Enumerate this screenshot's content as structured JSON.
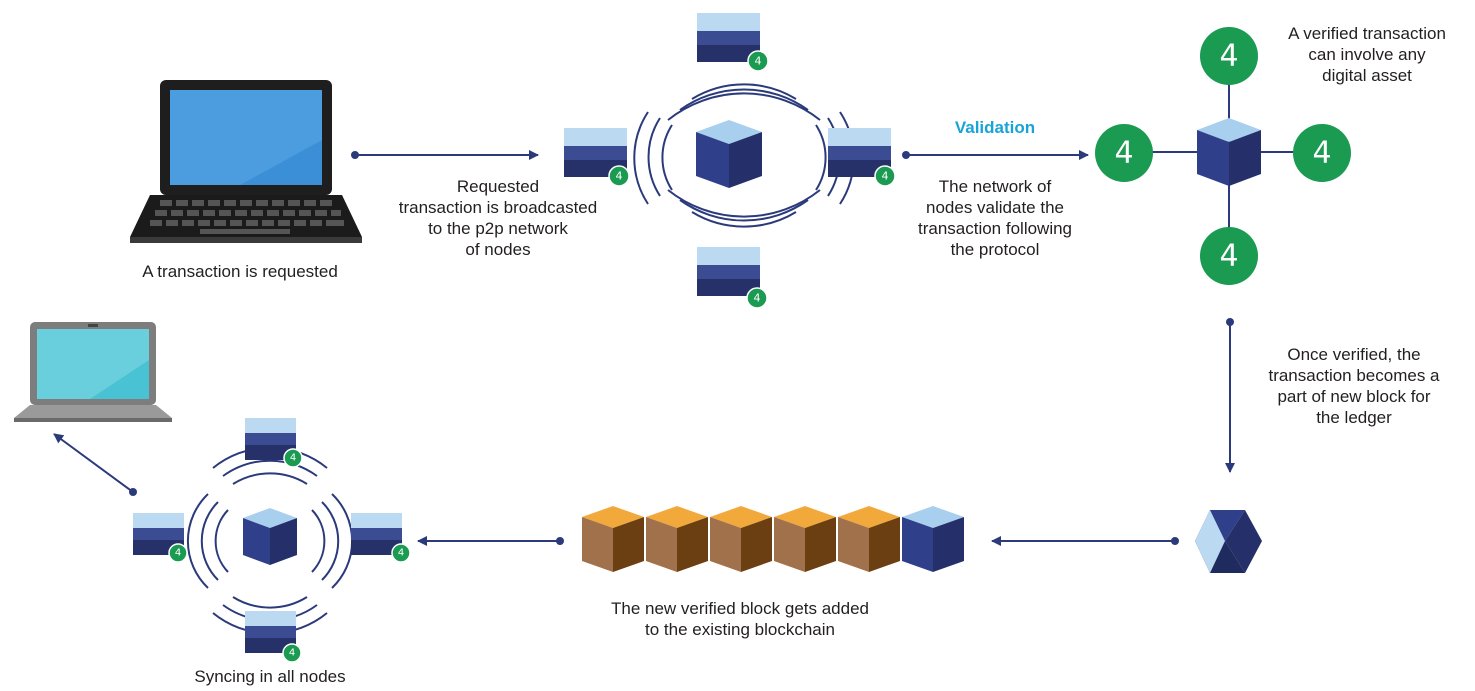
{
  "colors": {
    "navy": "#2b3a7a",
    "cube_front": "#2f3f8a",
    "cube_side": "#25306b",
    "cube_top": "#a9cfee",
    "block_light": "#bcd9f2",
    "block_mid": "#3b4c93",
    "block_dark": "#263169",
    "badge": "#1b9a52",
    "accent": "#1aa3d9",
    "arrow": "#2b3a7a",
    "orange_top": "#f2a93b",
    "brown_front": "#a0714a",
    "brown_side": "#6b3f12"
  },
  "badge_value": "4",
  "labels": {
    "request": "A transaction is requested",
    "broadcast_line1": "Requested",
    "broadcast_line2": "transaction is broadcasted",
    "broadcast_line3": "to the p2p network",
    "broadcast_line4": "of nodes",
    "validation_title": "Validation",
    "validation_line1": "The network of",
    "validation_line2": "nodes validate the",
    "validation_line3": "transaction following",
    "validation_line4": "the protocol",
    "asset_line1": "A verified transaction",
    "asset_line2": "can involve any",
    "asset_line3": "digital asset",
    "verified_line1": "Once verified, the",
    "verified_line2": "transaction becomes a",
    "verified_line3": "part of new block for",
    "verified_line4": "the ledger",
    "added_line1": "The new verified block gets added",
    "added_line2": "to the existing blockchain",
    "sync": "Syncing in all nodes"
  }
}
